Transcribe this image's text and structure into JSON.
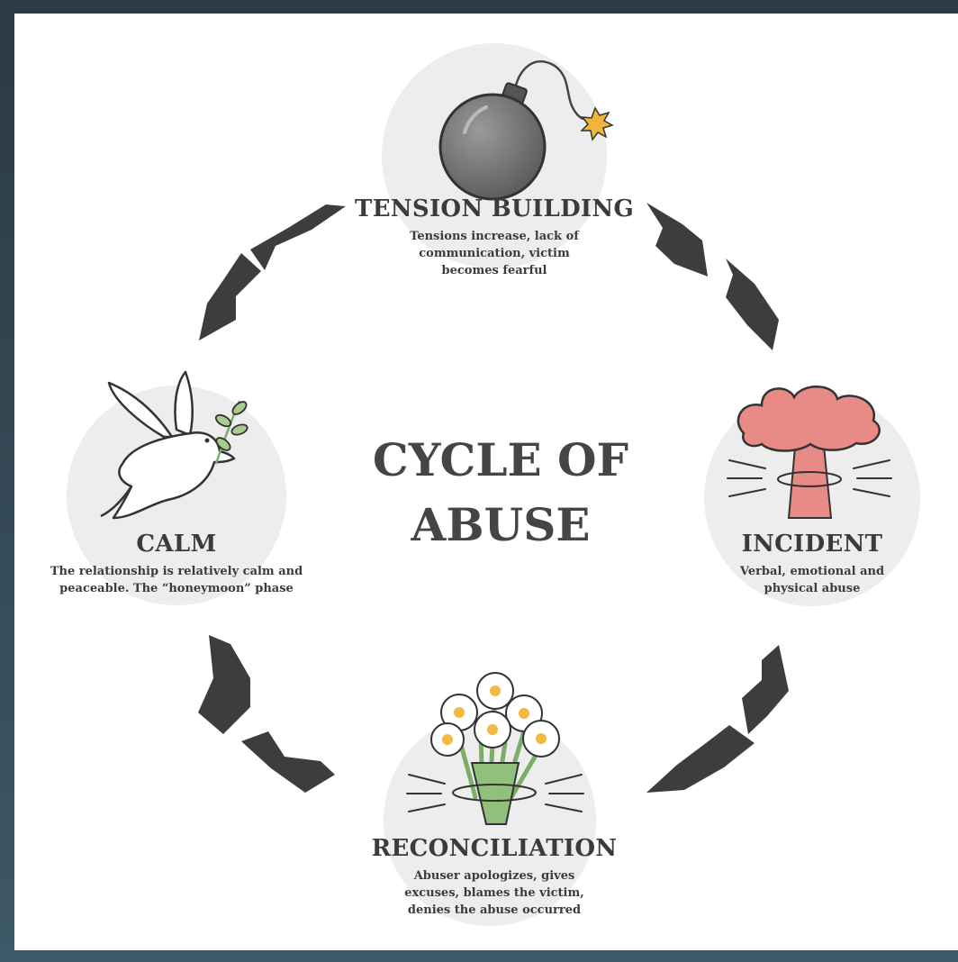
{
  "title": {
    "line1": "CYCLE OF",
    "line2": "ABUSE"
  },
  "stages": {
    "tension": {
      "title": "TENSION BUILDING",
      "desc_lines": [
        "Tensions increase, lack of",
        "communication, victim",
        "becomes fearful"
      ],
      "icon": "bomb-icon"
    },
    "incident": {
      "title": "INCIDENT",
      "desc_lines": [
        "Verbal, emotional and",
        "physical abuse"
      ],
      "icon": "explosion-icon"
    },
    "reconciliation": {
      "title": "RECONCILIATION",
      "desc_lines": [
        "Abuser apologizes, gives",
        "excuses, blames the victim,",
        "denies the abuse occurred"
      ],
      "icon": "flowers-icon"
    },
    "calm": {
      "title": "CALM",
      "desc_lines": [
        "The relationship is relatively calm and",
        "peaceable. The “honeymoon” phase"
      ],
      "icon": "dove-icon"
    }
  },
  "colors": {
    "arrow": "#3d3d3d",
    "circle": "#ededed",
    "text": "#3b3b3b",
    "explosion": "#e88a85",
    "fuse_spark": "#f2b43c",
    "flower_center": "#f4b942",
    "stem": "#7cae69"
  }
}
